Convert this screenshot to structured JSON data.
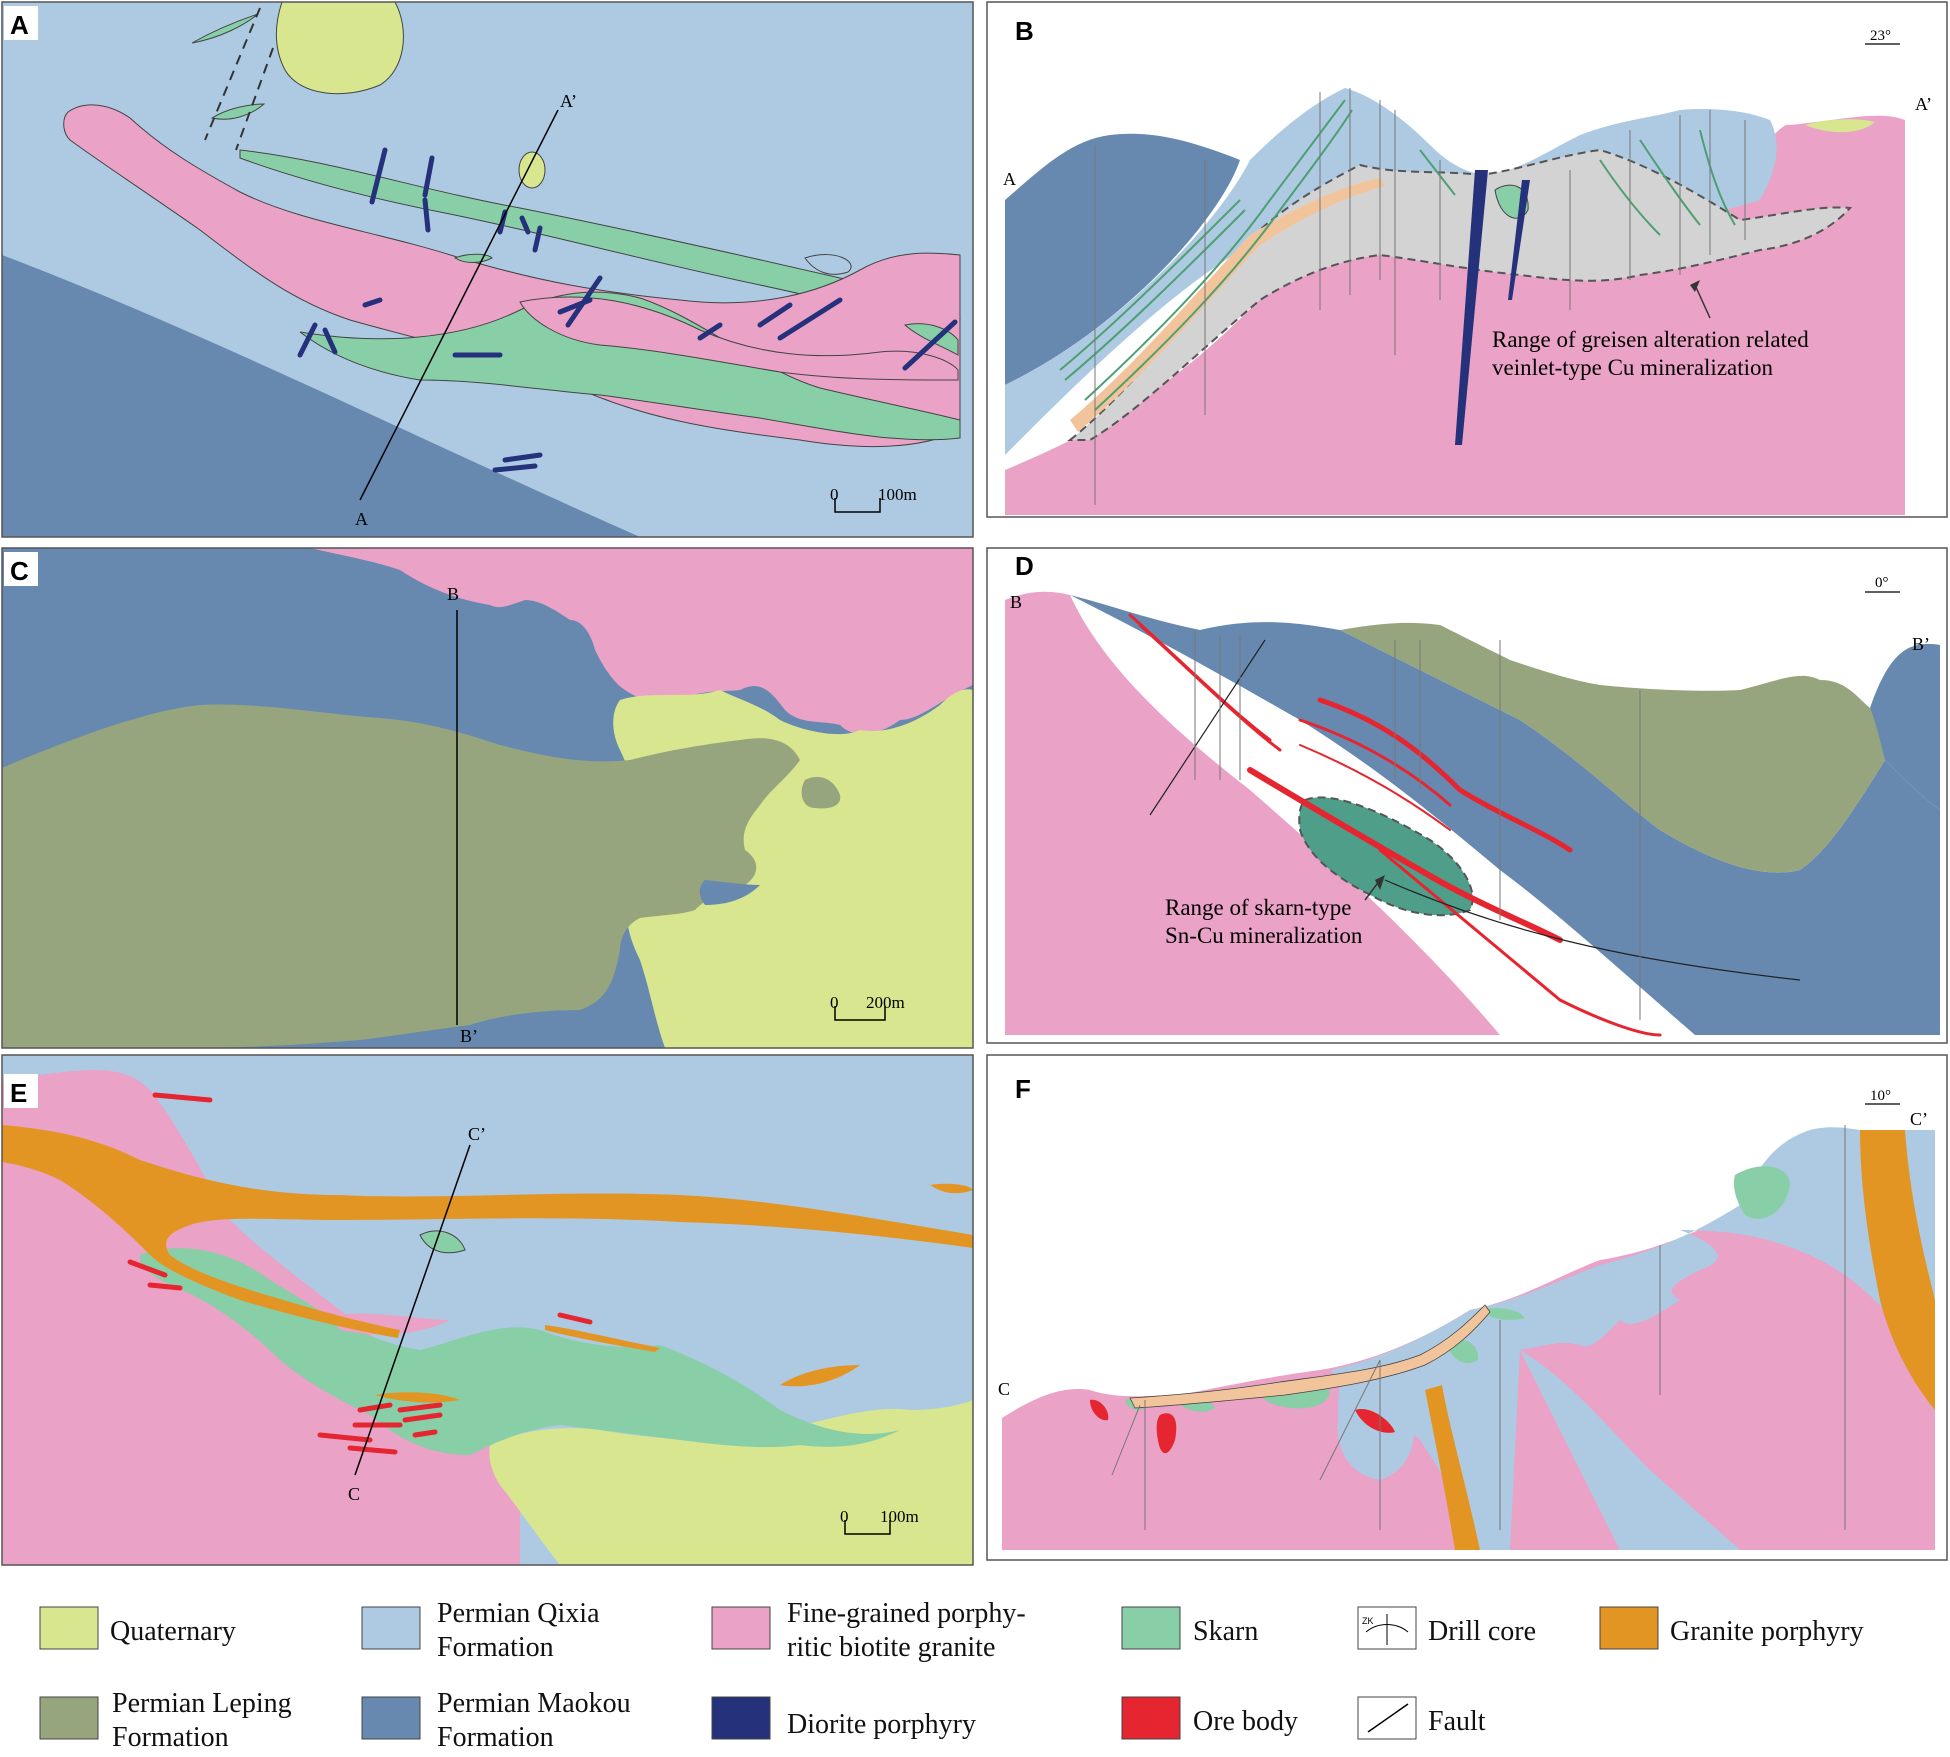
{
  "colors": {
    "quaternary": "#d7e68f",
    "qixia": "#aecae3",
    "granite": "#eaa2c6",
    "skarn": "#88cfa7",
    "leping": "#97a57e",
    "maokou": "#6789b0",
    "diorite": "#25317a",
    "ore": "#e5252f",
    "granite_porphyry": "#e29523",
    "greisen": "#d3d3d3",
    "contact": "#f2c49b"
  },
  "panels": {
    "A": {
      "letter": "A",
      "section_start": "A",
      "section_end": "A’",
      "scale_zero": "0",
      "scale_dist": "100m"
    },
    "B": {
      "letter": "B",
      "left_end": "A",
      "right_end": "A’",
      "orientation": "23°",
      "annotation_line1": "Range of greisen alteration related",
      "annotation_line2": "veinlet-type Cu mineralization"
    },
    "C": {
      "letter": "C",
      "section_start": "B",
      "section_end": "B’",
      "scale_zero": "0",
      "scale_dist": "200m"
    },
    "D": {
      "letter": "D",
      "left_end": "B",
      "right_end": "B’",
      "orientation": "0°",
      "annotation_line1": "Range of skarn-type",
      "annotation_line2": "Sn-Cu mineralization"
    },
    "E": {
      "letter": "E",
      "section_start": "C",
      "section_end": "C’",
      "scale_zero": "0",
      "scale_dist": "100m"
    },
    "F": {
      "letter": "F",
      "left_end": "C",
      "right_end": "C’",
      "orientation": "10°"
    }
  },
  "legend": {
    "quaternary": {
      "line1": "Quaternary",
      "line2": ""
    },
    "qixia": {
      "line1": "Permian Qixia",
      "line2": "Formation"
    },
    "granite": {
      "line1": "Fine-grained porphy-",
      "line2": "ritic biotite granite"
    },
    "skarn": {
      "line1": "Skarn",
      "line2": ""
    },
    "drill": {
      "line1": "Drill core",
      "line2": "",
      "icon_text": "ZK"
    },
    "granite_porphyry": {
      "line1": "Granite porphyry",
      "line2": ""
    },
    "leping": {
      "line1": "Permian Leping",
      "line2": "Formation"
    },
    "maokou": {
      "line1": "Permian Maokou",
      "line2": "Formation"
    },
    "diorite": {
      "line1": "Diorite porphyry",
      "line2": ""
    },
    "ore": {
      "line1": "Ore body",
      "line2": ""
    },
    "fault": {
      "line1": "Fault",
      "line2": ""
    }
  }
}
